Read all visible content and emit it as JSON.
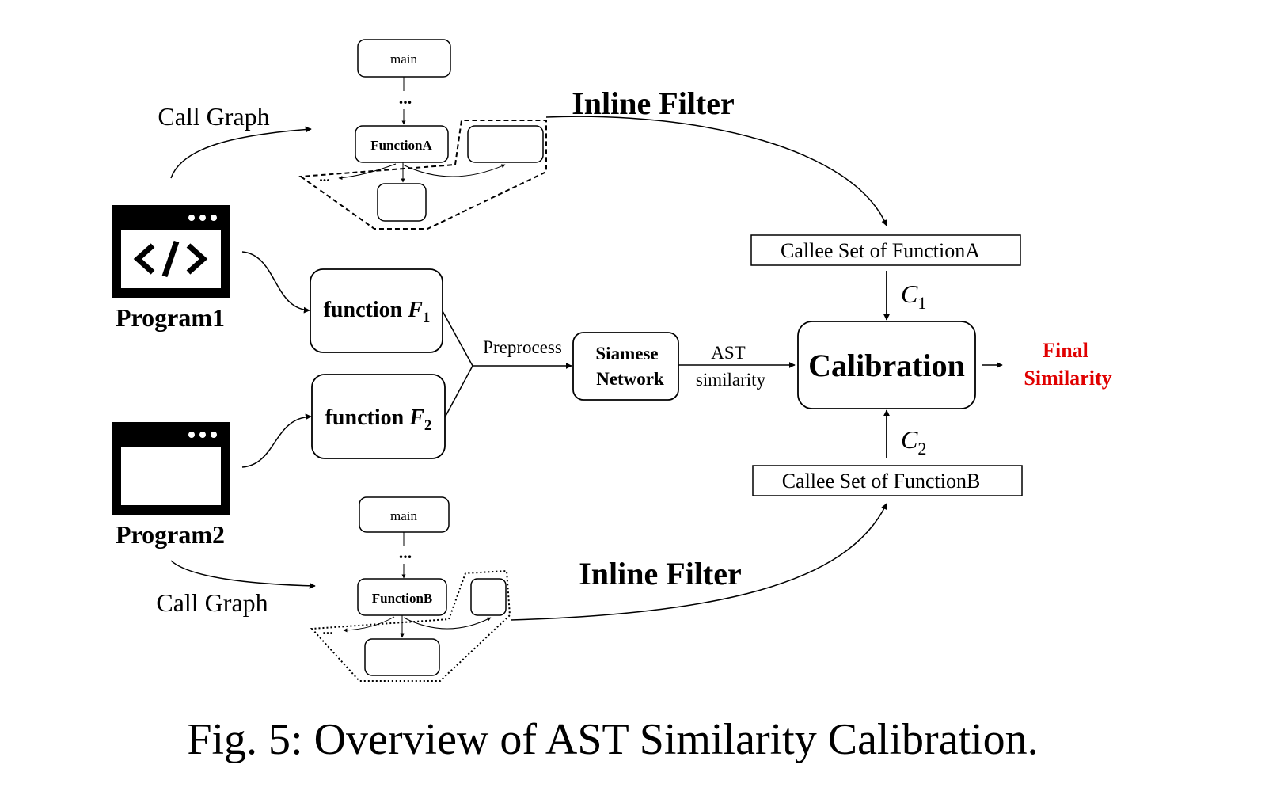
{
  "call_graph_a": {
    "label": "Call Graph",
    "main": "main",
    "dots": "...",
    "function": "FunctionA",
    "side_dots": "..."
  },
  "call_graph_b": {
    "label": "Call Graph",
    "main": "main",
    "dots": "...",
    "function": "FunctionB",
    "side_dots": "..."
  },
  "inline_filter_a": "Inline Filter",
  "inline_filter_b": "Inline Filter",
  "program1": "Program1",
  "program2": "Program2",
  "function_f1": {
    "prefix": "function ",
    "var": "F",
    "sub": "1"
  },
  "function_f2": {
    "prefix": "function ",
    "var": "F",
    "sub": "2"
  },
  "preprocess": "Preprocess",
  "siamese": {
    "line1": "Siamese",
    "line2": "Network"
  },
  "ast_similarity": {
    "line1": "AST",
    "line2": "similarity"
  },
  "calibration": "Calibration",
  "callee_a": "Callee Set of FunctionA",
  "callee_b": "Callee Set of FunctionB",
  "c1": {
    "var": "C",
    "sub": "1"
  },
  "c2": {
    "var": "C",
    "sub": "2"
  },
  "final_similarity": {
    "line1": "Final",
    "line2": "Similarity"
  },
  "caption": "Fig. 5: Overview of AST Similarity Calibration.",
  "colors": {
    "final": "#e00000",
    "stroke": "#000000"
  },
  "icons": {
    "code_window": "code-window-icon",
    "blank_window": "blank-window-icon"
  }
}
